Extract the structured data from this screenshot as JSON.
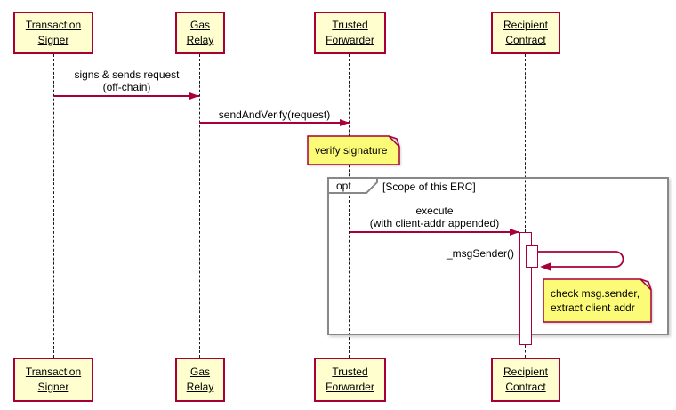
{
  "diagram_type": "uml-sequence-diagram",
  "colors": {
    "box_fill": "#FEFECE",
    "border": "#A80036",
    "note_fill": "#FBFB77",
    "frame_border": "#888888",
    "text": "#000000",
    "bg": "#FFFFFF"
  },
  "participants": [
    {
      "id": "transaction-signer",
      "label": "Transaction\nSigner"
    },
    {
      "id": "gas-relay",
      "label": "Gas\nRelay"
    },
    {
      "id": "trusted-forwarder",
      "label": "Trusted\nForwarder"
    },
    {
      "id": "recipient-contract",
      "label": "Recipient\nContract"
    }
  ],
  "messages": [
    {
      "from": "transaction-signer",
      "to": "gas-relay",
      "label": "signs & sends request\n(off-chain)"
    },
    {
      "from": "gas-relay",
      "to": "trusted-forwarder",
      "label": "sendAndVerify(request)"
    },
    {
      "from": "trusted-forwarder",
      "to": "recipient-contract",
      "label": "execute\n(with client-addr appended)"
    },
    {
      "from": "recipient-contract",
      "to": "recipient-contract",
      "label": "_msgSender()"
    }
  ],
  "notes": [
    {
      "text": "verify signature"
    },
    {
      "text": "check msg.sender,\nextract client addr"
    }
  ],
  "fragment": {
    "operator": "opt",
    "guard": "[Scope of this ERC]"
  }
}
